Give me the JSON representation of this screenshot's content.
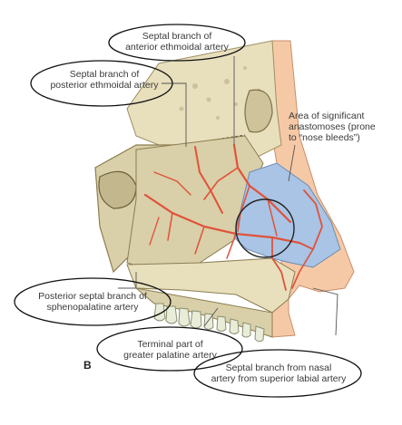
{
  "figure": {
    "panel_letter": "B",
    "labels": {
      "anterior_ethmoidal_line1": "Septal branch of",
      "anterior_ethmoidal_line2": "anterior ethmoidal artery",
      "posterior_ethmoidal_line1": "Septal branch of",
      "posterior_ethmoidal_line2": "posterior ethmoidal artery",
      "anastomoses_line1": "Area of significant",
      "anastomoses_line2": "anastomoses (prone",
      "anastomoses_line3": "to “nose bleeds”)",
      "sphenopalatine_line1": "Posterior septal branch of",
      "sphenopalatine_line2": "sphenopalatine artery",
      "greater_palatine_line1": "Terminal part of",
      "greater_palatine_line2": "greater palatine artery",
      "labial_line1": "Septal branch from nasal",
      "labial_line2": "artery from superior labial artery"
    }
  },
  "colors": {
    "bone": "#d9cfa8",
    "bone_dark": "#b8a97e",
    "spongy": "#e8dfbd",
    "skin": "#f6c9a6",
    "septum_blue": "#a9c4e4",
    "artery": "#e0523a",
    "teeth": "#e8ecd8",
    "outline": "#222222"
  }
}
